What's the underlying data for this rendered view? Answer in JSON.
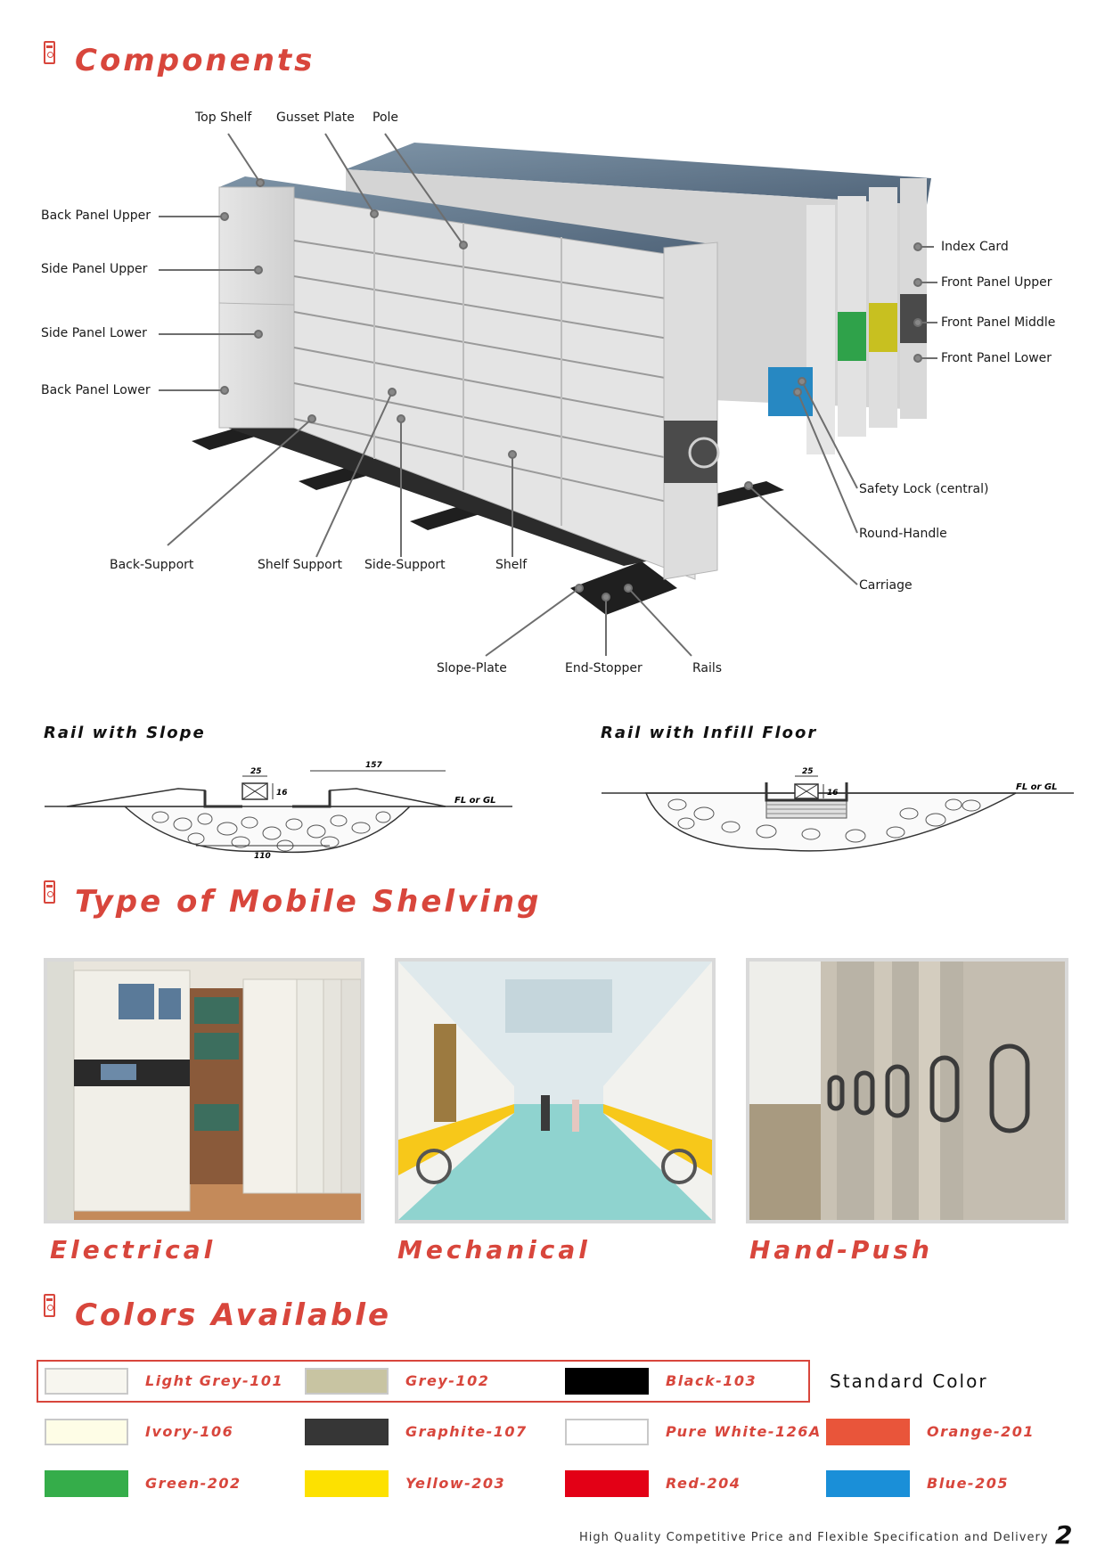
{
  "sections": {
    "components": "Components",
    "types": "Type of Mobile Shelving",
    "colors": "Colors Available"
  },
  "component_labels": {
    "top_shelf": "Top Shelf",
    "gusset_plate": "Gusset Plate",
    "pole": "Pole",
    "back_panel_upper": "Back Panel Upper",
    "side_panel_upper": "Side Panel Upper",
    "side_panel_lower": "Side Panel Lower",
    "back_panel_lower": "Back Panel Lower",
    "index_card": "Index Card",
    "front_panel_upper": "Front Panel Upper",
    "front_panel_middle": "Front Panel Middle",
    "front_panel_lower": "Front Panel Lower",
    "safety_lock": "Safety Lock (central)",
    "round_handle": "Round-Handle",
    "carriage": "Carriage",
    "back_support": "Back-Support",
    "shelf_support": "Shelf Support",
    "side_support": "Side-Support",
    "shelf": "Shelf",
    "slope_plate": "Slope-Plate",
    "end_stopper": "End-Stopper",
    "rails": "Rails"
  },
  "rail_diagrams": {
    "slope": {
      "title": "Rail with Slope",
      "dim_width": "25",
      "dim_height": "16",
      "dim_slope": "157",
      "dim_base": "110",
      "floor": "FL or GL"
    },
    "infill": {
      "title": "Rail with Infill Floor",
      "dim_width": "25",
      "dim_height": "16",
      "floor": "FL or GL"
    }
  },
  "types": [
    "Electrical",
    "Mechanical",
    "Hand-Push"
  ],
  "colors": {
    "standard_label": "Standard Color",
    "swatches": [
      {
        "name": "Light Grey-101",
        "hex": "#f7f6ef"
      },
      {
        "name": "Grey-102",
        "hex": "#c8c4a2"
      },
      {
        "name": "Black-103",
        "hex": "#000000"
      },
      {
        "name": "Ivory-106",
        "hex": "#fefde6"
      },
      {
        "name": "Graphite-107",
        "hex": "#363636"
      },
      {
        "name": "Pure White-126A",
        "hex": "#ffffff"
      },
      {
        "name": "Orange-201",
        "hex": "#e9553a"
      },
      {
        "name": "Green-202",
        "hex": "#35ad4a"
      },
      {
        "name": "Yellow-203",
        "hex": "#fde100"
      },
      {
        "name": "Red-204",
        "hex": "#e30016"
      },
      {
        "name": "Blue-205",
        "hex": "#1a8fd8"
      }
    ],
    "accent": "#d8463c"
  },
  "footer": {
    "tagline": "High Quality Competitive Price and Flexible Specification and Delivery",
    "page": "2"
  }
}
